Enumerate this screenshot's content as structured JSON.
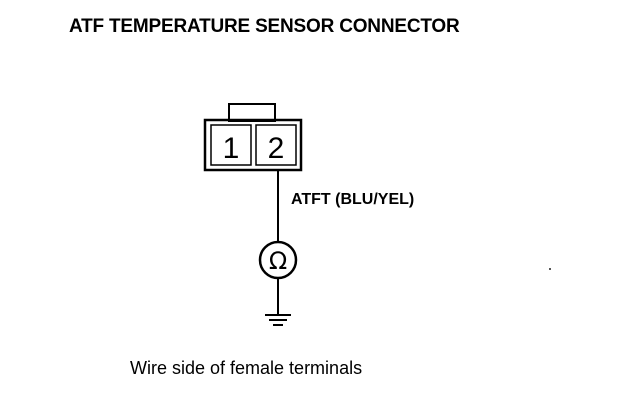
{
  "title": "ATF TEMPERATURE SENSOR CONNECTOR",
  "connector": {
    "pins": [
      "1",
      "2"
    ]
  },
  "wire_label": "ATFT (BLU/YEL)",
  "meter_symbol": "Ω",
  "caption": "Wire side of female terminals"
}
